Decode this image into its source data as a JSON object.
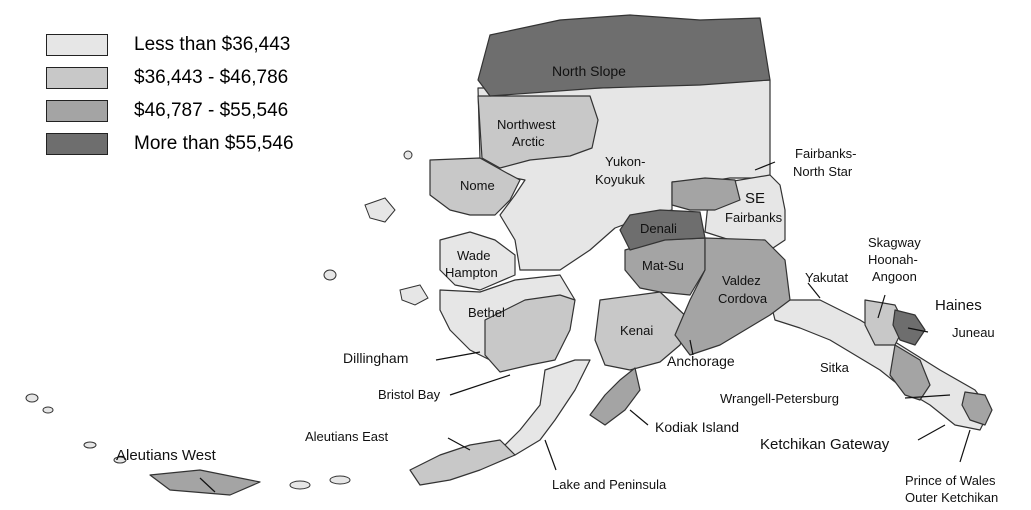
{
  "legend": {
    "items": [
      {
        "label": "Less than $36,443",
        "color": "#e6e6e6"
      },
      {
        "label": "$36,443 - $46,786",
        "color": "#c8c8c8"
      },
      {
        "label": "$46,787 - $55,546",
        "color": "#a4a4a4"
      },
      {
        "label": "More than $55,546",
        "color": "#6e6e6e"
      }
    ]
  },
  "regions": {
    "north_slope": "North Slope",
    "northwest_arctic_1": "Northwest",
    "northwest_arctic_2": "Arctic",
    "nome": "Nome",
    "yukon_1": "Yukon-",
    "yukon_2": "Koyukuk",
    "fairbanks_1": "Fairbanks-",
    "fairbanks_2": "North Star",
    "se_fairbanks_1": "SE",
    "se_fairbanks_2": "Fairbanks",
    "denali": "Denali",
    "matsu": "Mat-Su",
    "valdez_1": "Valdez",
    "valdez_2": "Cordova",
    "wade_1": "Wade",
    "wade_2": "Hampton",
    "bethel": "Bethel",
    "kenai": "Kenai",
    "anchorage": "Anchorage",
    "dillingham": "Dillingham",
    "bristol": "Bristol Bay",
    "kodiak": "Kodiak Island",
    "aleutians_east": "Aleutians East",
    "aleutians_west": "Aleutians West",
    "lake_peninsula": "Lake and Peninsula",
    "yakutat": "Yakutat",
    "skagway_1": "Skagway",
    "skagway_2": "Hoonah-",
    "skagway_3": "Angoon",
    "haines": "Haines",
    "juneau": "Juneau",
    "sitka": "Sitka",
    "wrangell": "Wrangell-Petersburg",
    "ketchikan": "Ketchikan Gateway",
    "pow_1": "Prince of Wales",
    "pow_2": "Outer Ketchikan"
  }
}
